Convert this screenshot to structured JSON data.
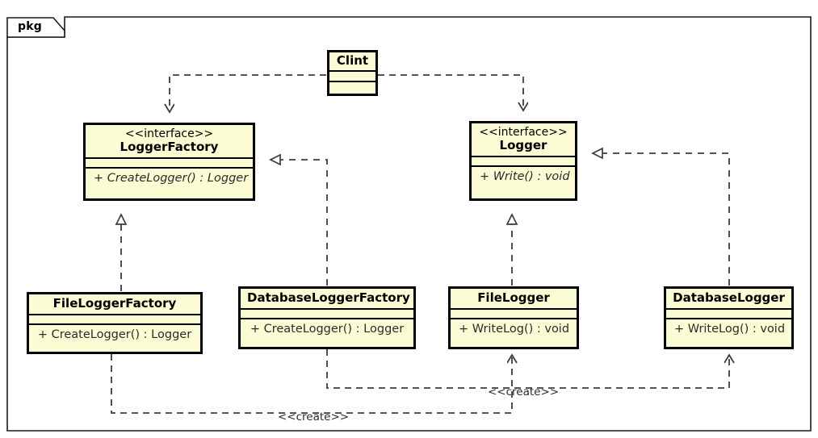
{
  "diagram": {
    "kind": "uml-class-diagram",
    "package_label": "pkg",
    "colors": {
      "class_fill": "#fcfcd4",
      "class_border": "#000000",
      "edge": "#3c3c3c",
      "frame": "#000000",
      "page_background": "#ffffff"
    }
  },
  "classes": {
    "clint": {
      "name": "Clint",
      "stereotype": "",
      "operations": []
    },
    "logger_factory": {
      "name": "LoggerFactory",
      "stereotype": "<<interface>>",
      "operations": [
        "+ CreateLogger() : Logger"
      ]
    },
    "logger": {
      "name": "Logger",
      "stereotype": "<<interface>>",
      "operations": [
        "+ Write() : void"
      ]
    },
    "file_logger_factory": {
      "name": "FileLoggerFactory",
      "stereotype": "",
      "operations": [
        "+ CreateLogger() : Logger"
      ]
    },
    "database_logger_factory": {
      "name": "DatabaseLoggerFactory",
      "stereotype": "",
      "operations": [
        "+ CreateLogger() : Logger"
      ]
    },
    "file_logger": {
      "name": "FileLogger",
      "stereotype": "",
      "operations": [
        "+ WriteLog() : void"
      ]
    },
    "database_logger": {
      "name": "DatabaseLogger",
      "stereotype": "",
      "operations": [
        "+ WriteLog() : void"
      ]
    }
  },
  "edges": {
    "clint_to_logger_factory": {
      "label": "",
      "type": "dependency"
    },
    "clint_to_logger": {
      "label": "",
      "type": "dependency"
    },
    "file_logger_factory_realizes_logger_factory": {
      "label": "",
      "type": "realization"
    },
    "database_logger_factory_realizes_logger_factory": {
      "label": "",
      "type": "realization"
    },
    "file_logger_realizes_logger": {
      "label": "",
      "type": "realization"
    },
    "database_logger_realizes_logger": {
      "label": "",
      "type": "realization"
    },
    "database_logger_factory_creates_database_logger": {
      "label": "<<create>>",
      "type": "dependency"
    },
    "file_logger_factory_creates_file_logger": {
      "label": "<<create>>",
      "type": "dependency"
    }
  }
}
